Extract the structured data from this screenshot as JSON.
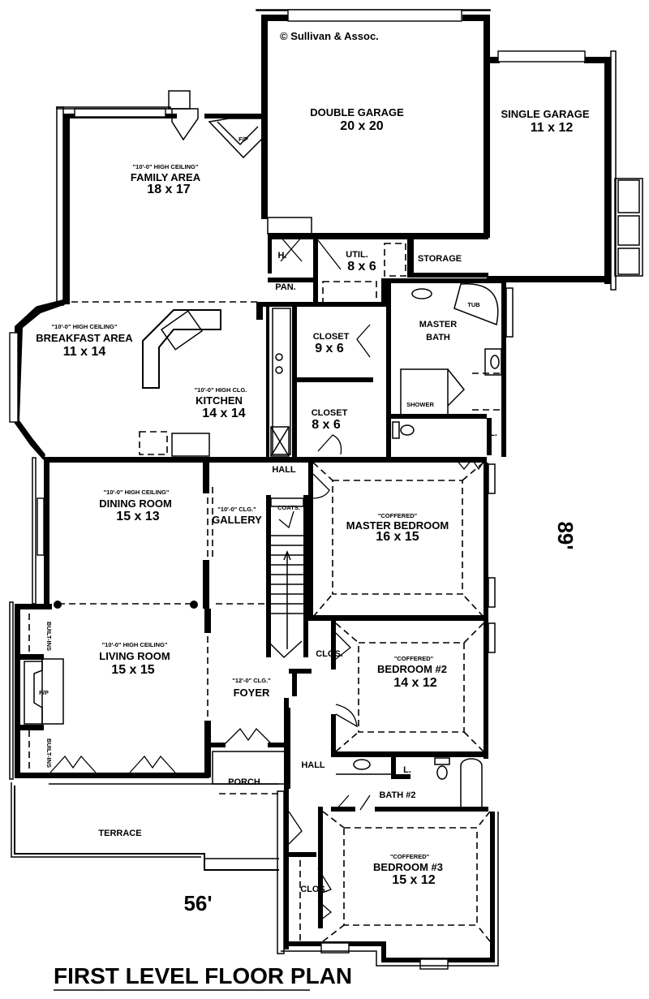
{
  "plan": {
    "title": "FIRST LEVEL FLOOR PLAN",
    "copyright": "© Sullivan & Assoc.",
    "width_dimension": "56'",
    "depth_dimension": "89'"
  },
  "rooms": {
    "double_garage": {
      "name": "DOUBLE GARAGE",
      "size": "20 x 20"
    },
    "single_garage": {
      "name": "SINGLE GARAGE",
      "size": "11 x 12"
    },
    "family_area": {
      "note": "\"10'-0\" HIGH CEILING\"",
      "name": "FAMILY AREA",
      "size": "18 x 17",
      "fireplace": "F/P"
    },
    "half_bath": {
      "name": "H."
    },
    "utility": {
      "name": "UTIL.",
      "size": "8 x 6"
    },
    "storage": {
      "name": "STORAGE"
    },
    "pantry": {
      "name": "PAN."
    },
    "breakfast_area": {
      "note": "\"10'-0\" HIGH CEILING\"",
      "name": "BREAKFAST AREA",
      "size": "11 x 14"
    },
    "kitchen": {
      "note": "\"10'-0\" HIGH CLG.",
      "name": "KITCHEN",
      "size": "14 x 14"
    },
    "closet_1": {
      "name": "CLOSET",
      "size": "9 x 6"
    },
    "closet_2": {
      "name": "CLOSET",
      "size": "8 x 6"
    },
    "master_bath": {
      "name": "MASTER",
      "name2": "BATH",
      "tub": "TUB",
      "shower": "SHOWER",
      "linen": "L."
    },
    "hall_upper": {
      "name": "HALL"
    },
    "coats": {
      "name": "COATS."
    },
    "dining_room": {
      "note": "\"10'-0\" HIGH CEILING\"",
      "name": "DINING ROOM",
      "size": "15 x 13"
    },
    "gallery": {
      "note": "\"10'-0\" CLG.\"",
      "name": "GALLERY"
    },
    "master_bedroom": {
      "note": "\"COFFERED\"",
      "name": "MASTER BEDROOM",
      "size": "16 x 15"
    },
    "living_room": {
      "note": "\"10'-0\" HIGH CEILING\"",
      "name": "LIVING ROOM",
      "size": "15 x 15",
      "fireplace": "F/P",
      "builtins_top": "BUILT-INS",
      "builtins_bottom": "BUILT-INS"
    },
    "foyer": {
      "note": "\"12'-0\" CLG.\"",
      "name": "FOYER"
    },
    "closet_bed2": {
      "name": "CLOS."
    },
    "bedroom_2": {
      "note": "\"COFFERED\"",
      "name": "BEDROOM #2",
      "size": "14 x 12"
    },
    "porch": {
      "name": "PORCH"
    },
    "hall_lower": {
      "name": "HALL"
    },
    "bath_2": {
      "name": "BATH #2",
      "linen": "L."
    },
    "terrace": {
      "name": "TERRACE"
    },
    "closet_bed3": {
      "name": "CLOS."
    },
    "bedroom_3": {
      "note": "\"COFFERED\"",
      "name": "BEDROOM #3",
      "size": "15 x 12"
    }
  },
  "colors": {
    "ink": "#000000",
    "paper": "#ffffff"
  }
}
